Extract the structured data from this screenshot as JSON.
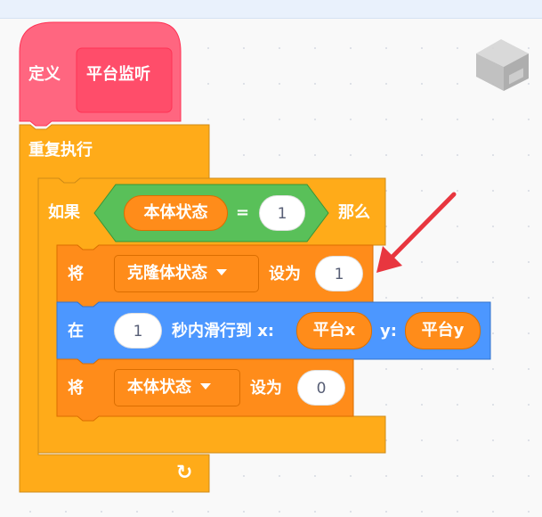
{
  "define_block": {
    "keyword": "定义",
    "name": "平台监听"
  },
  "forever_block": {
    "label": "重复执行",
    "loop_icon": "loop-arrow-icon",
    "loop_glyph": "↻"
  },
  "if_block": {
    "if_label": "如果",
    "then_label": "那么",
    "condition": {
      "left": "本体状态",
      "operator": "=",
      "right": "1"
    }
  },
  "set_block_1": {
    "keyword": "将",
    "variable": "克隆体状态",
    "to_label": "设为",
    "value": "1"
  },
  "glide_block": {
    "prefix": "在",
    "secs": "1",
    "mid_label": "秒内滑行到 x:",
    "x_value": "平台x",
    "y_label": "y:",
    "y_value": "平台y"
  },
  "set_block_2": {
    "keyword": "将",
    "variable": "本体状态",
    "to_label": "设为",
    "value": "0"
  },
  "colors": {
    "define_pink": "#ff6680",
    "control_orange": "#ffab19",
    "variable_orange": "#ff8c1a",
    "operator_green": "#59c059",
    "motion_blue": "#4c97ff",
    "annotation_red": "#e8363f"
  },
  "extension_icon": "cube-icon"
}
